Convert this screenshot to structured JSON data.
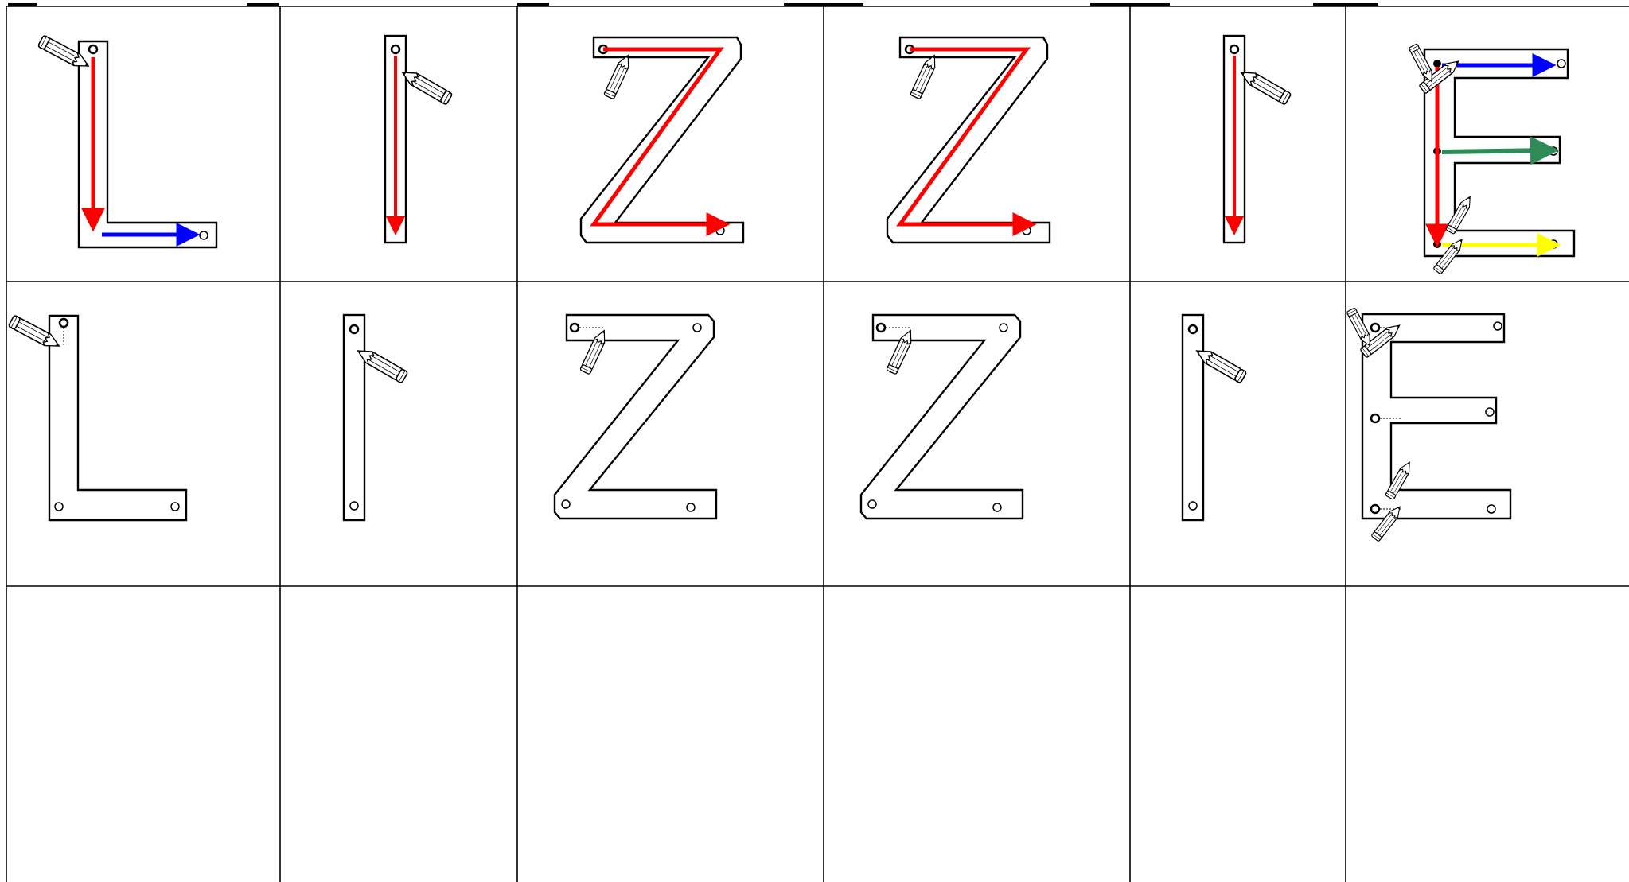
{
  "worksheet": {
    "name_letters": [
      "L",
      "I",
      "Z",
      "Z",
      "I",
      "E"
    ],
    "rows": [
      {
        "role": "guided-tracing-with-arrows"
      },
      {
        "role": "tracing-with-start-dots"
      },
      {
        "role": "blank-practice"
      }
    ]
  },
  "colors": {
    "grid_line": "#000000",
    "letter_outline": "#000000",
    "stroke_1": "#ff0000",
    "stroke_2": "#0000ff",
    "stroke_3": "#2e8b57",
    "stroke_4": "#ffff00",
    "pencil_fill": "#ffffff"
  },
  "icons": [
    "pencil-icon",
    "start-dot-icon",
    "end-dot-icon",
    "direction-arrow-icon"
  ]
}
